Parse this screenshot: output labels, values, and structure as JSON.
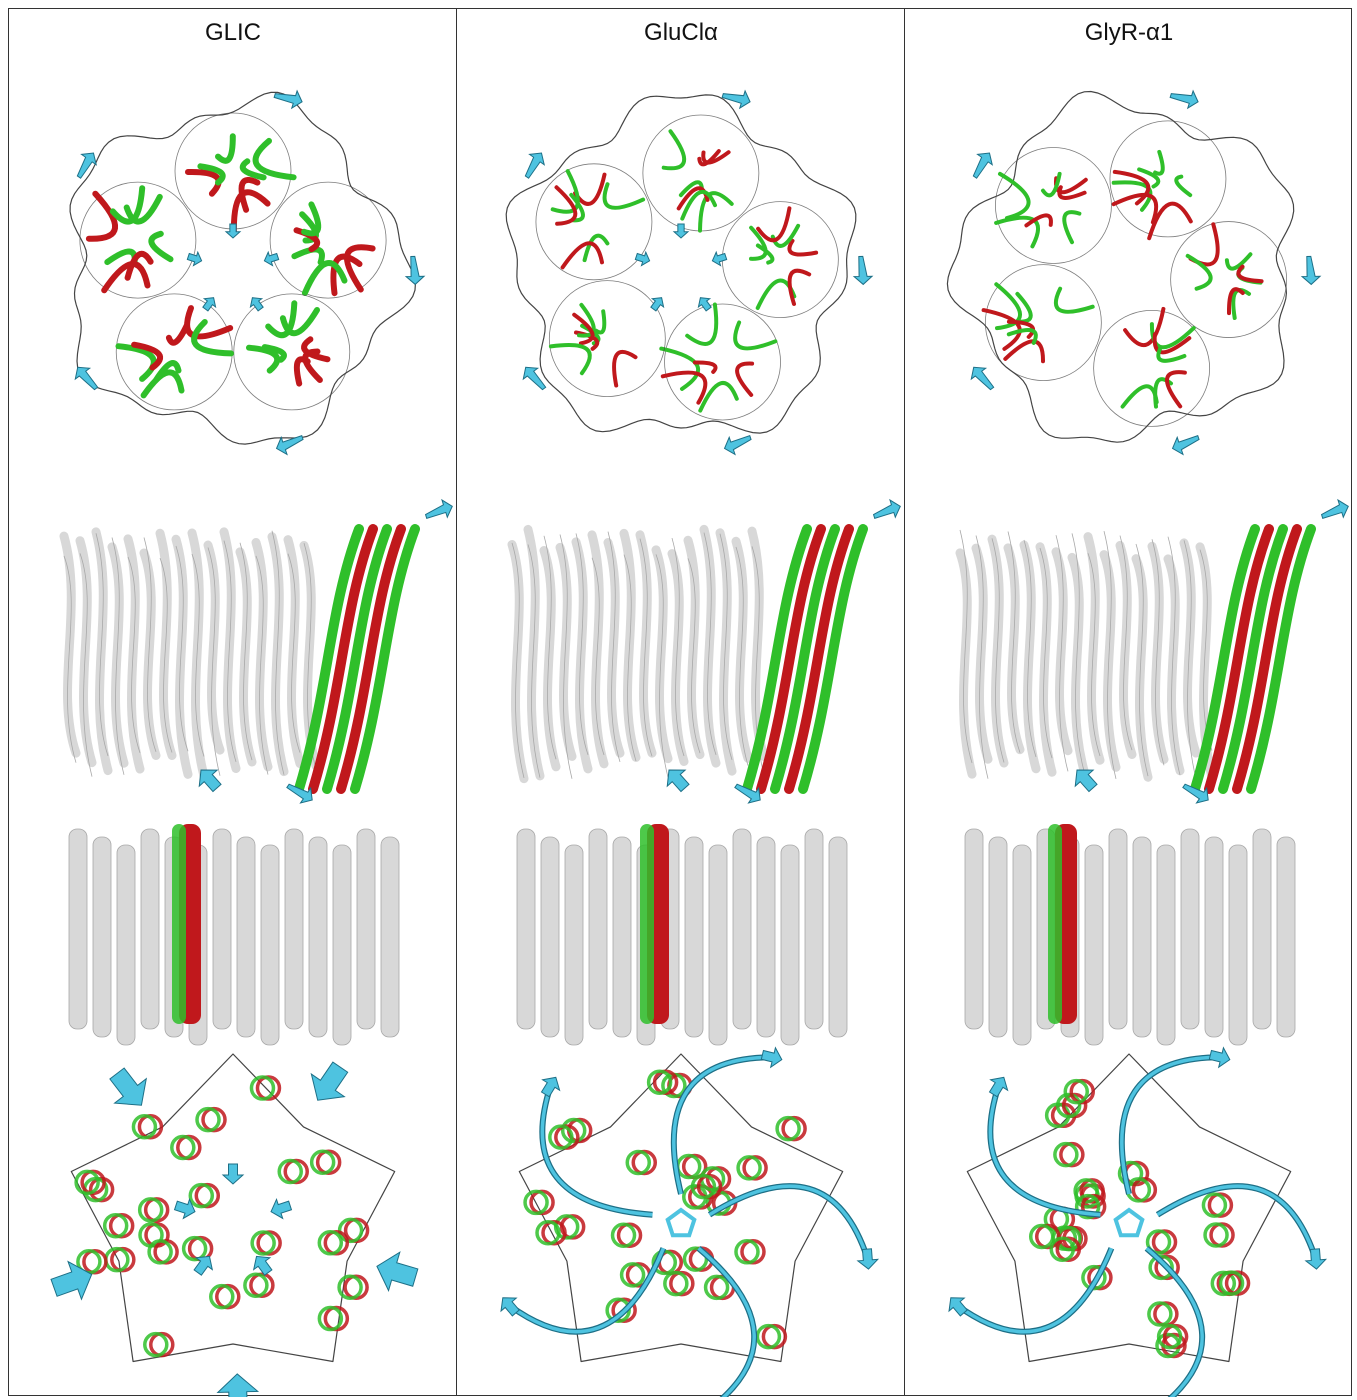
{
  "figure": {
    "panels": [
      {
        "title": "GLIC"
      },
      {
        "title": "GluClα"
      },
      {
        "title": "GlyR-α1"
      }
    ],
    "colors": {
      "state_a": "#2fbf2a",
      "state_b": "#c0181c",
      "context": "#d8d8d8",
      "context_edge": "#a8a8a8",
      "outline": "#444444",
      "arrow": "#4ec3e0",
      "arrow_edge": "#1d6f86"
    },
    "icons": [
      "rotation-arrow-icon",
      "compression-arrow-icon",
      "tilt-arrow-icon",
      "twist-arrow-icon"
    ]
  }
}
